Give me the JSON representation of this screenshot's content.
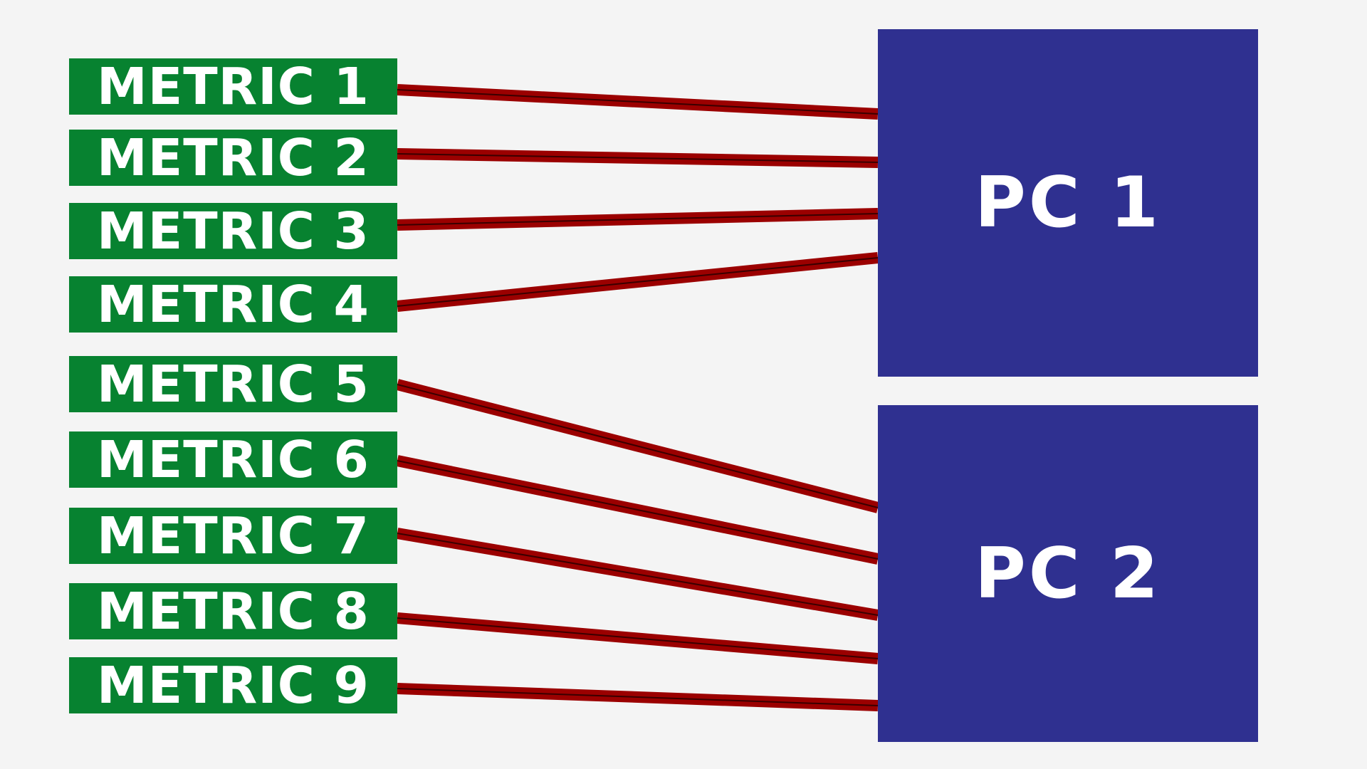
{
  "metrics": [
    {
      "label": "METRIC 1",
      "target": "PC 1"
    },
    {
      "label": "METRIC 2",
      "target": "PC 1"
    },
    {
      "label": "METRIC 3",
      "target": "PC 1"
    },
    {
      "label": "METRIC 4",
      "target": "PC 1"
    },
    {
      "label": "METRIC 5",
      "target": "PC 2"
    },
    {
      "label": "METRIC 6",
      "target": "PC 2"
    },
    {
      "label": "METRIC 7",
      "target": "PC 2"
    },
    {
      "label": "METRIC 8",
      "target": "PC 2"
    },
    {
      "label": "METRIC 9",
      "target": "PC 2"
    }
  ],
  "components": [
    {
      "label": "PC 1"
    },
    {
      "label": "PC 2"
    }
  ],
  "colors": {
    "background": "#f4f4f4",
    "metric_box": "#078230",
    "component_box": "#2f3090",
    "connector": "#9b0000",
    "connector_core": "#3a0000",
    "text": "#ffffff"
  }
}
